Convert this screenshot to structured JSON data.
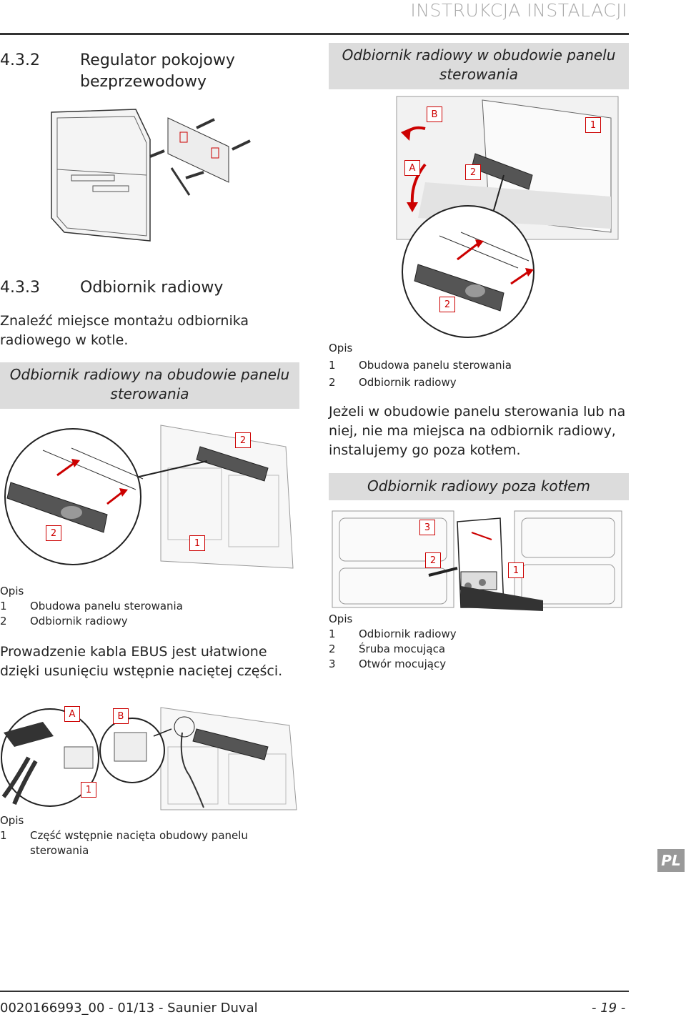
{
  "header": {
    "title": "INSTRUKCJA INSTALACJI"
  },
  "section_432": {
    "number": "4.3.2",
    "title_line1": "Regulator pokojowy",
    "title_line2": "bezprzewodowy"
  },
  "box_in_panel": {
    "line1": "Odbiornik radiowy w obudowie panelu",
    "line2": "sterowania"
  },
  "section_433": {
    "number": "4.3.3",
    "title": "Odbiornik radiowy"
  },
  "intro": {
    "line1": "Znaleźć miejsce montażu odbiornika",
    "line2": "radiowego w kotle."
  },
  "box_on_panel": {
    "line1": "Odbiornik radiowy na obudowie panelu",
    "line2": "sterowania"
  },
  "legend_a": {
    "title": "Opis",
    "items": [
      {
        "n": "1",
        "text": "Obudowa panelu sterowania"
      },
      {
        "n": "2",
        "text": "Odbiornik radiowy"
      }
    ]
  },
  "note_right": {
    "line1": "Jeżeli w obudowie panelu sterowania lub na",
    "line2": "niej, nie ma miejsca na odbiornik radiowy,",
    "line3": "instalujemy go poza kotłem."
  },
  "box_outside": {
    "label": "Odbiornik radiowy poza kotłem"
  },
  "legend_b": {
    "title": "Opis",
    "items": [
      {
        "n": "1",
        "text": "Obudowa panelu sterowania"
      },
      {
        "n": "2",
        "text": "Odbiornik radiowy"
      }
    ]
  },
  "ebus": {
    "line1": "Prowadzenie kabla EBUS jest ułatwione",
    "line2": "dzięki usunięciu wstępnie naciętej części."
  },
  "legend_c": {
    "title": "Opis",
    "items": [
      {
        "n": "1",
        "text": "Odbiornik radiowy"
      },
      {
        "n": "2",
        "text": "Śruba mocująca"
      },
      {
        "n": "3",
        "text": "Otwór mocujący"
      }
    ]
  },
  "legend_d": {
    "title": "Opis",
    "item_n": "1",
    "item_line1": "Część wstępnie nacięta obudowy panelu",
    "item_line2": "sterowania"
  },
  "callouts": {
    "fig1_B": "B",
    "fig1_1": "1",
    "fig1_A": "A",
    "fig1_2": "2",
    "fig1_zoom2": "2",
    "fig2_2": "2",
    "fig2_zoom2": "2",
    "fig2_1": "1",
    "fig3_3": "3",
    "fig3_2": "2",
    "fig3_1": "1",
    "fig4_A": "A",
    "fig4_B": "B",
    "fig4_1": "1"
  },
  "footer": {
    "left": "0020166993_00 - 01/13 - Saunier Duval",
    "right": "- 19 -"
  },
  "badge": {
    "lang": "PL"
  },
  "colors": {
    "accent": "#cc0000",
    "box_grey": "#dcdcdc",
    "rule": "#333333"
  }
}
